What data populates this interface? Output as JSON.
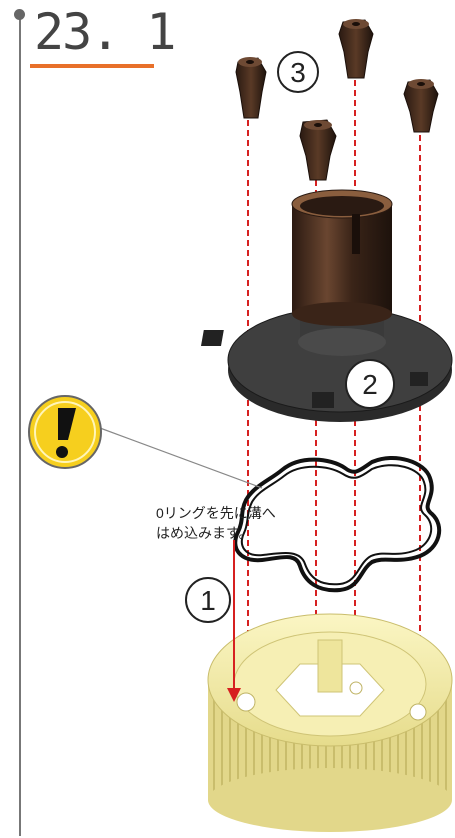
{
  "step": {
    "number": "23. 1"
  },
  "note": {
    "lines": [
      "0リングを先に溝へ",
      "はめ込みます。"
    ]
  },
  "callouts": [
    "3",
    "2",
    "1"
  ],
  "icons": {
    "warning": "exclamation-warning-icon"
  },
  "colors": {
    "accent": "#e8702a",
    "guide_line": "#d62020",
    "part_dark": "#3a2418",
    "flange": "#3b3b3b",
    "gear": "#f4eda4",
    "warning": "#f6cf1e"
  }
}
